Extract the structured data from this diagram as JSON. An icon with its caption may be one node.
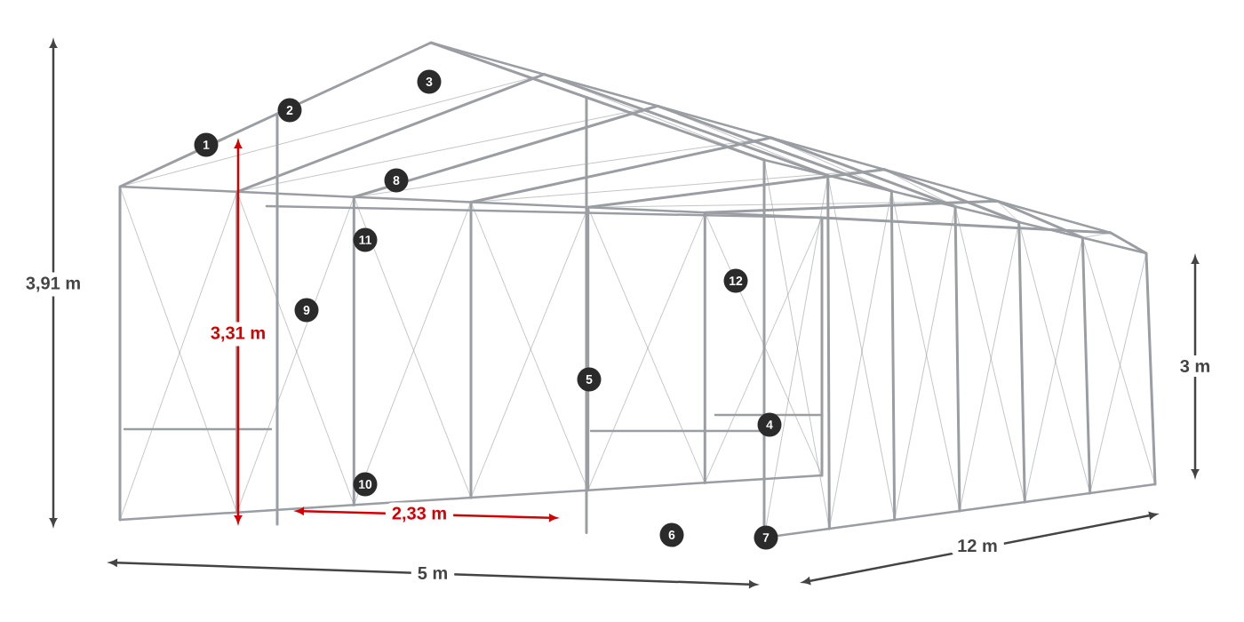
{
  "diagram": {
    "labels": [
      "3",
      "2",
      "1",
      "8",
      "11",
      "12",
      "3,91 m",
      "9",
      "3,31 m",
      "3 m",
      "5",
      "4",
      "10",
      "2,33 m",
      "6",
      "7",
      "12 m",
      "5 m"
    ]
  }
}
